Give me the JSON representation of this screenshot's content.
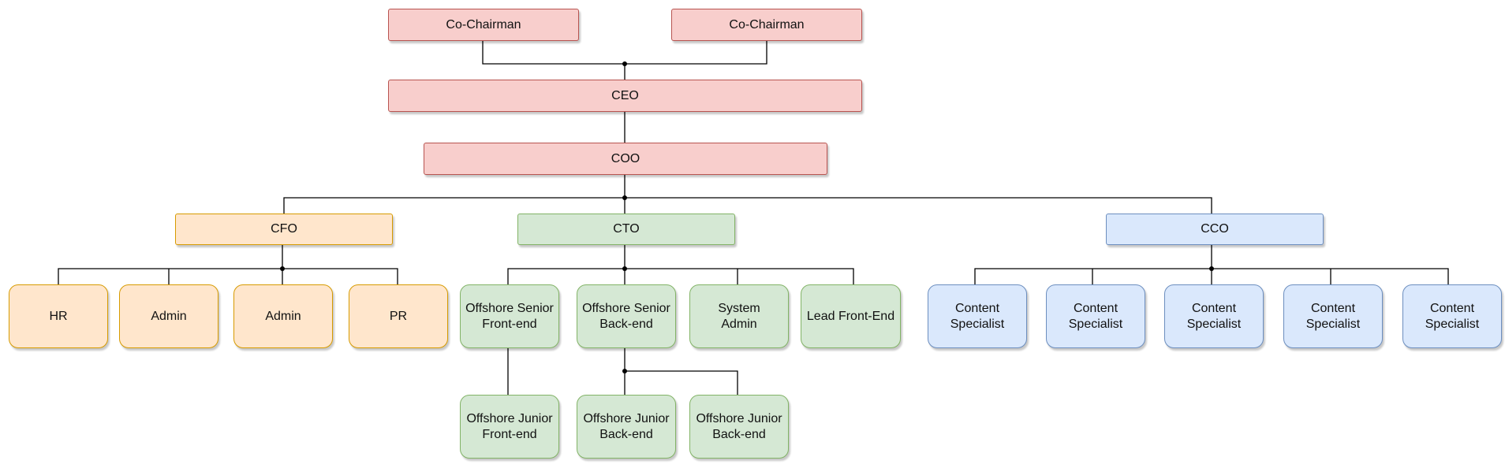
{
  "colors": {
    "red_fill": "#f8cecc",
    "red_stroke": "#b85450",
    "orange_fill": "#ffe6cc",
    "orange_stroke": "#d79b00",
    "green_fill": "#d5e8d4",
    "green_stroke": "#82b366",
    "blue_fill": "#dae8fc",
    "blue_stroke": "#6c8ebf",
    "connector": "#000000"
  },
  "nodes": {
    "co_chairman_1": "Co-Chairman",
    "co_chairman_2": "Co-Chairman",
    "ceo": "CEO",
    "coo": "COO",
    "cfo": "CFO",
    "cto": "CTO",
    "cco": "CCO",
    "hr": "HR",
    "admin_1": "Admin",
    "admin_2": "Admin",
    "pr": "PR",
    "offshore_senior_frontend": "Offshore Senior\nFront-end",
    "offshore_senior_backend": "Offshore Senior\nBack-end",
    "system_admin": "System\nAdmin",
    "lead_frontend": "Lead Front-End",
    "content_specialist_1": "Content\nSpecialist",
    "content_specialist_2": "Content\nSpecialist",
    "content_specialist_3": "Content\nSpecialist",
    "content_specialist_4": "Content\nSpecialist",
    "content_specialist_5": "Content\nSpecialist",
    "offshore_junior_frontend": "Offshore Junior\nFront-end",
    "offshore_junior_backend_1": "Offshore Junior\nBack-end",
    "offshore_junior_backend_2": "Offshore Junior\nBack-end"
  }
}
